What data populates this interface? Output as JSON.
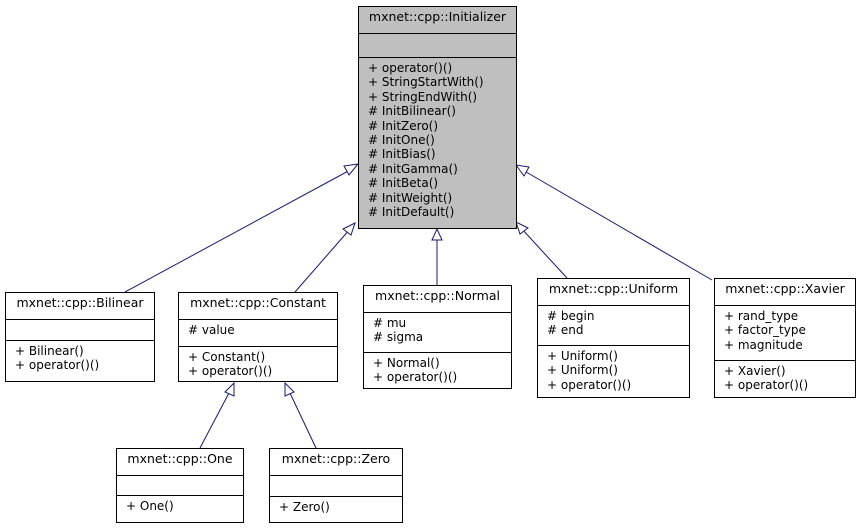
{
  "root": {
    "name": "mxnet::cpp::Initializer",
    "attributes": [],
    "methods": [
      "+ operator()()",
      "+ StringStartWith()",
      "+ StringEndWith()",
      "# InitBilinear()",
      "# InitZero()",
      "# InitOne()",
      "# InitBias()",
      "# InitGamma()",
      "# InitBeta()",
      "# InitWeight()",
      "# InitDefault()"
    ]
  },
  "classes": [
    {
      "key": "bilinear",
      "name": "mxnet::cpp::Bilinear",
      "attributes": [],
      "methods": [
        "+ Bilinear()",
        "+ operator()()"
      ]
    },
    {
      "key": "constant",
      "name": "mxnet::cpp::Constant",
      "attributes": [
        "# value"
      ],
      "methods": [
        "+ Constant()",
        "+ operator()()"
      ]
    },
    {
      "key": "normal",
      "name": "mxnet::cpp::Normal",
      "attributes": [
        "# mu",
        "# sigma"
      ],
      "methods": [
        "+ Normal()",
        "+ operator()()"
      ]
    },
    {
      "key": "uniform",
      "name": "mxnet::cpp::Uniform",
      "attributes": [
        "# begin",
        "# end"
      ],
      "methods": [
        "+ Uniform()",
        "+ Uniform()",
        "+ operator()()"
      ]
    },
    {
      "key": "xavier",
      "name": "mxnet::cpp::Xavier",
      "attributes": [
        "+ rand_type",
        "+ factor_type",
        "+ magnitude"
      ],
      "methods": [
        "+ Xavier()",
        "+ operator()()"
      ]
    },
    {
      "key": "one",
      "name": "mxnet::cpp::One",
      "attributes": [],
      "methods": [
        "+ One()"
      ]
    },
    {
      "key": "zero",
      "name": "mxnet::cpp::Zero",
      "attributes": [],
      "methods": [
        "+ Zero()"
      ]
    }
  ],
  "colors": {
    "edge": "#191970",
    "root_fill": "#bfbfbf",
    "box_fill": "#ffffff",
    "border": "#000000"
  }
}
